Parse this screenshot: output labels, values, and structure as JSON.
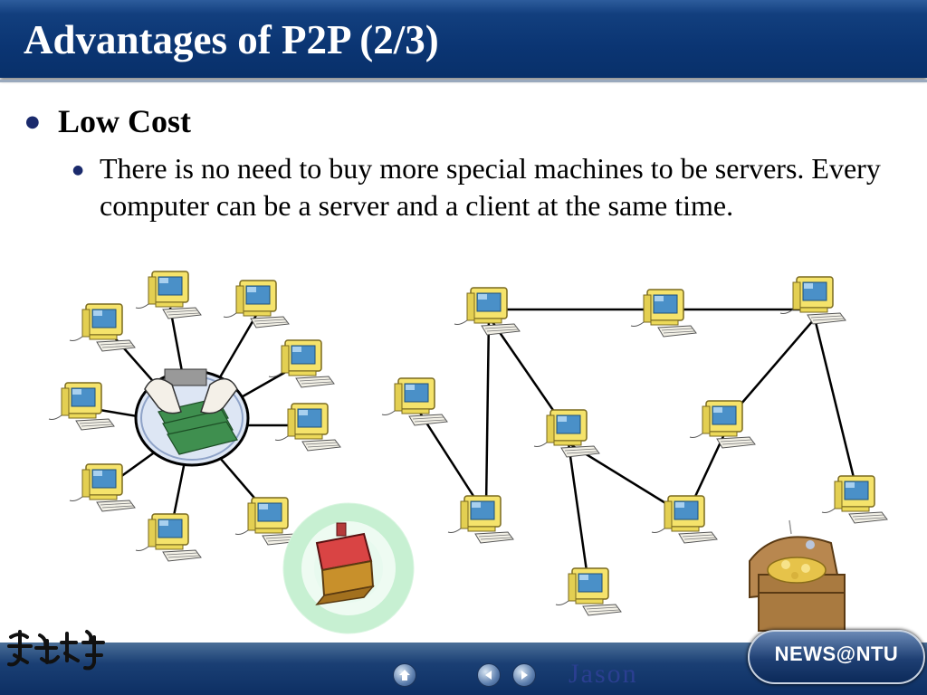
{
  "slide": {
    "title": "Advantages of P2P (2/3)",
    "heading": "Low Cost",
    "body": "There is no need to buy more special machines to be servers. Every computer can be a server and a client at the same time."
  },
  "footer": {
    "author": "Jason",
    "badge": "NEWS@NTU"
  },
  "icons": {
    "bullet": "filled-circle",
    "computer": "computer-icon",
    "server_money": "money-server-icon",
    "open_box": "open-box-icon",
    "treasure": "treasure-chest-icon",
    "logo": "ntu-calligraphy-logo",
    "nav_home": "home-icon",
    "nav_prev": "previous-icon",
    "nav_next": "next-icon"
  },
  "colors": {
    "title_bg": "#0b3573",
    "footer_bg": "#1a3f74",
    "computer_body": "#f5e36b",
    "computer_screen": "#4a90c8"
  }
}
